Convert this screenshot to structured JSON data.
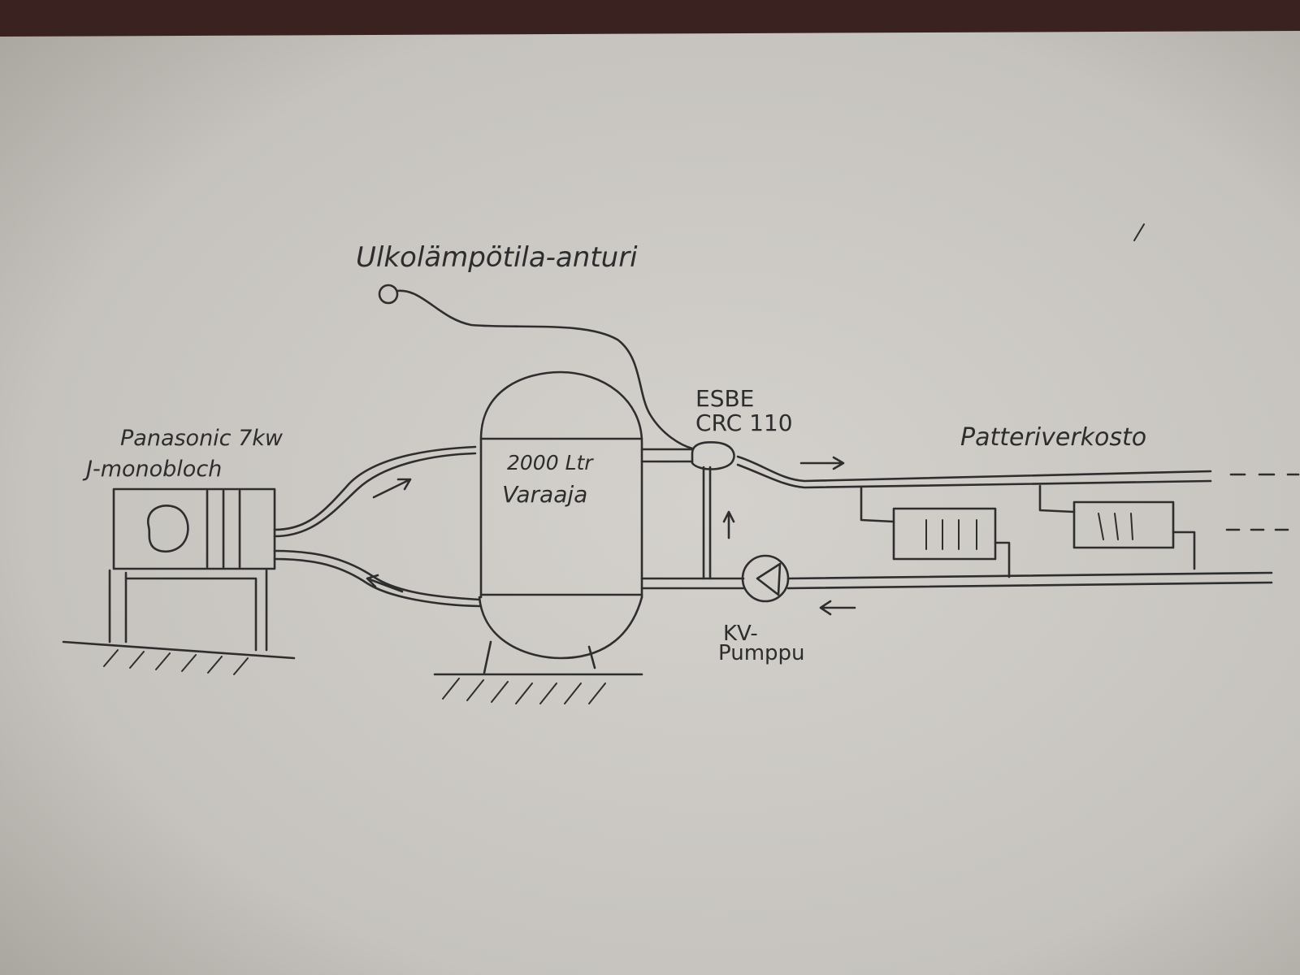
{
  "labels": {
    "sensor": "Ulkolämpötila-anturi",
    "heat_pump_line1": "Panasonic 7kw",
    "heat_pump_line2": "J-monobloch",
    "tank_line1": "2000 Ltr",
    "tank_line2": "Varaaja",
    "valve_line1": "ESBE",
    "valve_line2": "CRC 110",
    "radiator_network": "Patteriverkosto",
    "pump_line1": "KV-",
    "pump_line2": "Pumppu"
  },
  "colors": {
    "paper": "#c9c6c1",
    "ink": "#2e2e2e",
    "background": "#3a2220"
  }
}
